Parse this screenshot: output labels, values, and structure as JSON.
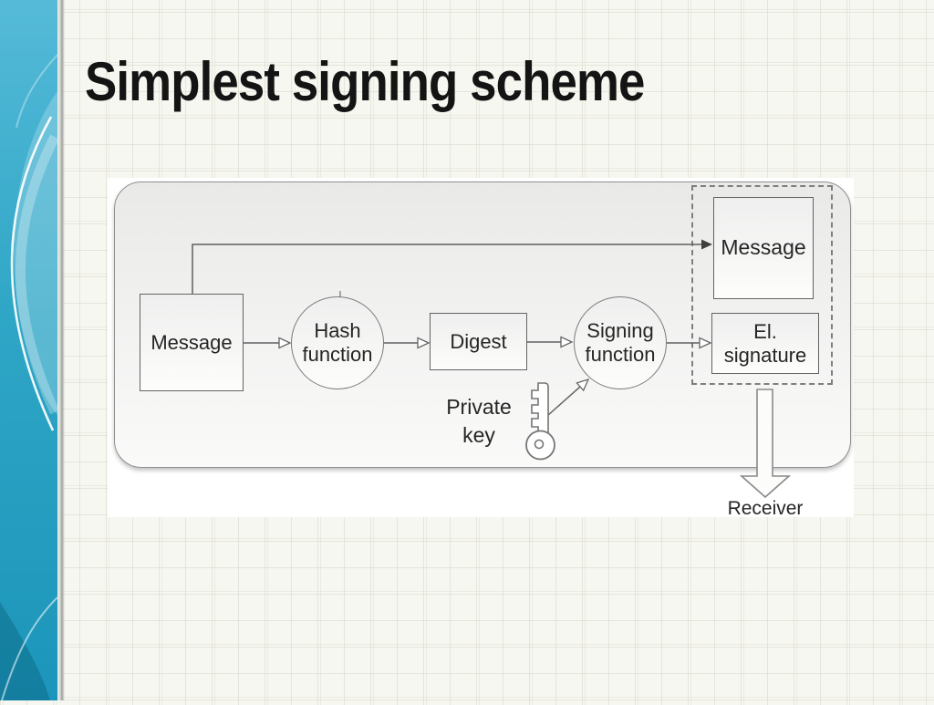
{
  "slide": {
    "title": "Simplest signing scheme",
    "accent_color": "#2ea7c7"
  },
  "diagram": {
    "nodes": {
      "source_message": "Message",
      "hash_function": "Hash function",
      "digest": "Digest",
      "signing_function": "Signing function",
      "received_message": "Message",
      "signature": "El. signature"
    },
    "labels": {
      "private_key": "Private key",
      "receiver": "Receiver"
    },
    "icons": {
      "key": "key-icon"
    }
  }
}
